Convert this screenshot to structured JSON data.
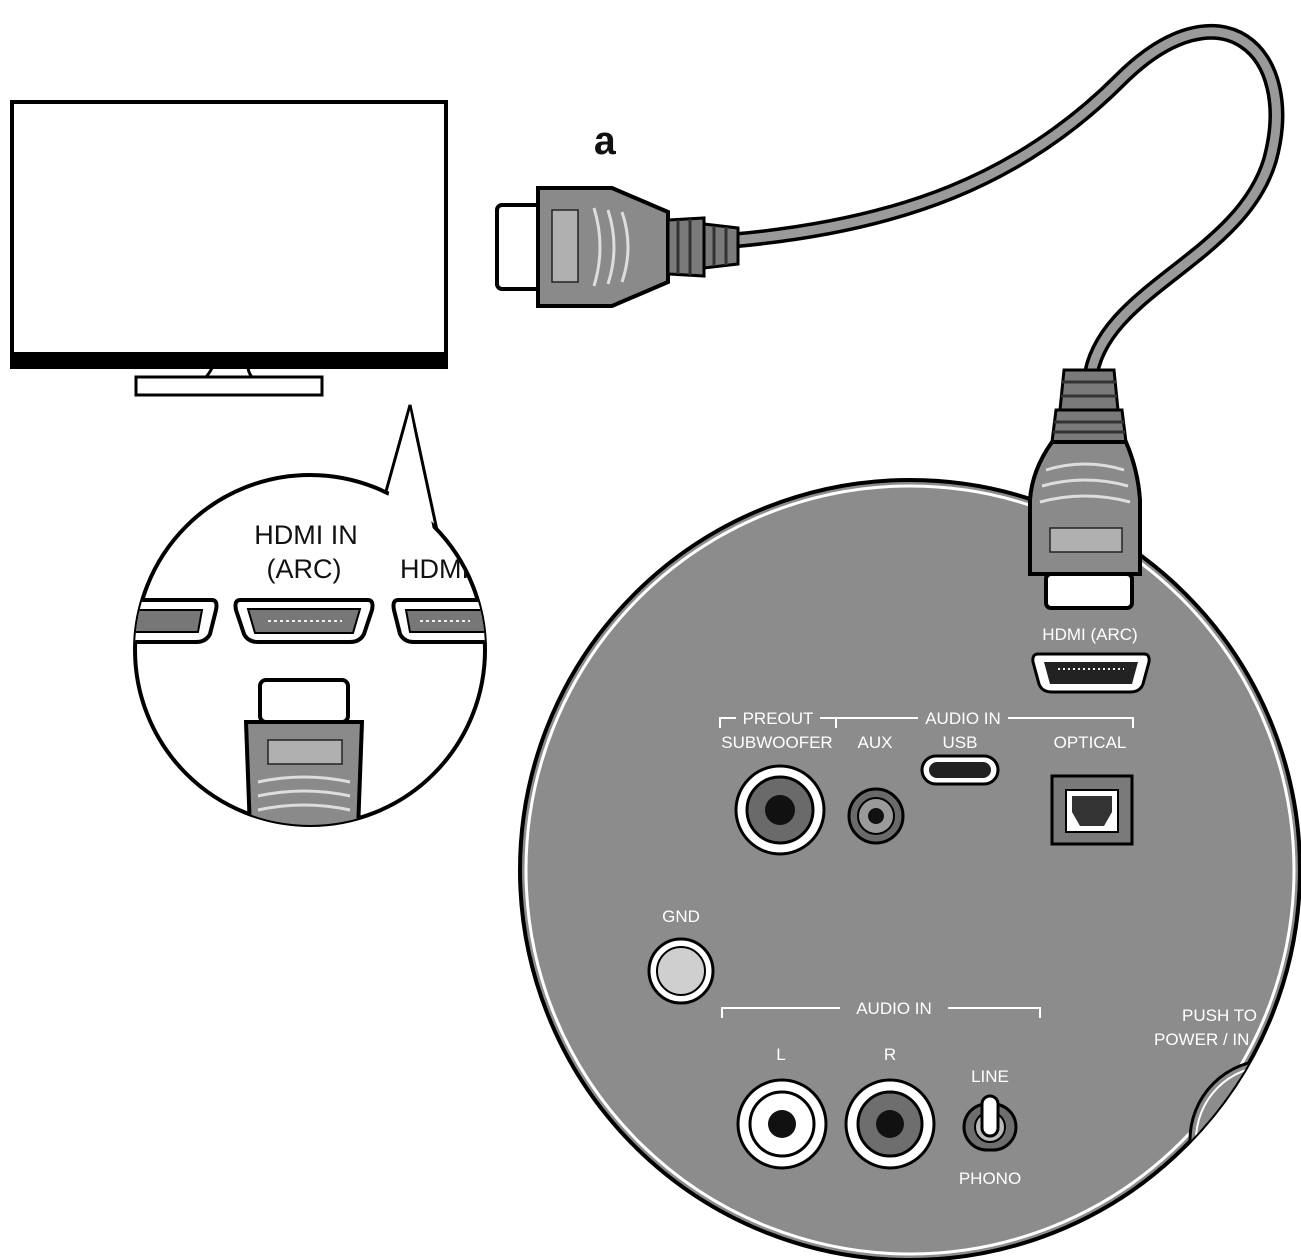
{
  "callout_letter": "a",
  "tv_zoom": {
    "port_label_line1": "HDMI IN",
    "port_label_line2": "(ARC)",
    "adjacent_port_label": "HDMI"
  },
  "panel": {
    "hdmi_arc_label": "HDMI (ARC)",
    "preout_label": "PREOUT",
    "audio_in_top_label": "AUDIO IN",
    "subwoofer_label": "SUBWOOFER",
    "aux_label": "AUX",
    "usb_label": "USB",
    "optical_label": "OPTICAL",
    "gnd_label": "GND",
    "audio_in_bottom_label": "AUDIO IN",
    "left_label": "L",
    "right_label": "R",
    "line_label": "LINE",
    "phono_label": "PHONO",
    "power_label_line1": "PUSH TO",
    "power_label_line2": "POWER / IN"
  },
  "colors": {
    "panel_gray": "#8c8c8c",
    "connector_gray": "#8a8a8a",
    "outline": "#000000"
  }
}
